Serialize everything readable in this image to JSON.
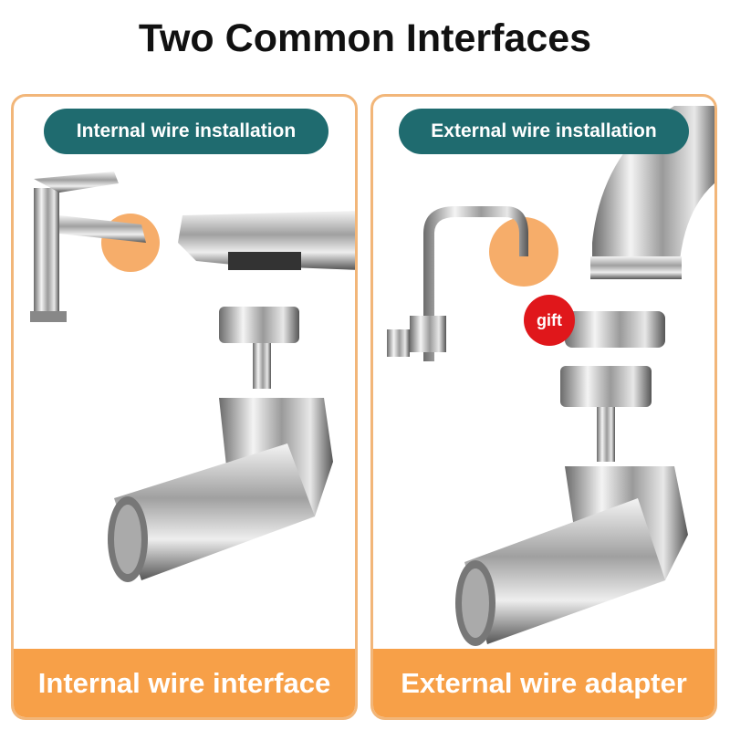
{
  "title": "Two Common Interfaces",
  "panels": [
    {
      "badge": "Internal wire installation",
      "footer": "Internal wire interface"
    },
    {
      "badge": "External wire installation",
      "footer": "External wire adapter",
      "gift": "gift"
    }
  ],
  "colors": {
    "teal": "#1f6b6f",
    "orange": "#f7a048",
    "border": "#f2b679",
    "gift": "#e0171b"
  }
}
